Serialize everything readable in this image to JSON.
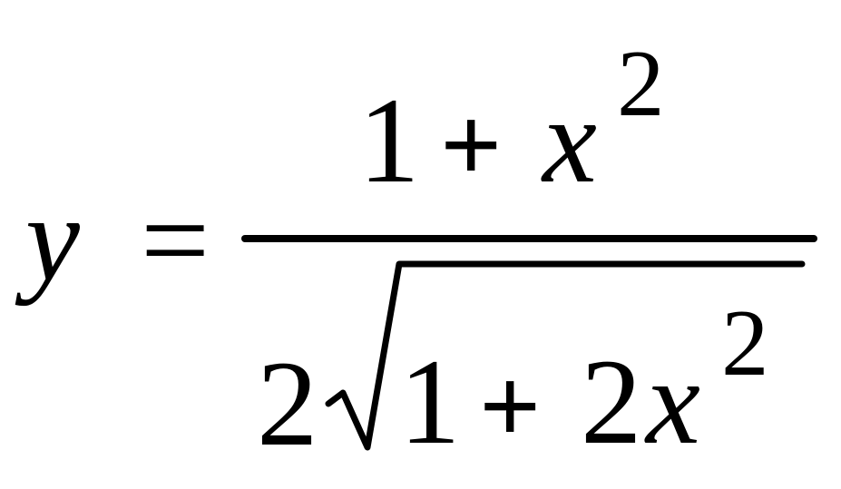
{
  "formula": {
    "lhs": "y",
    "equals": "=",
    "numerator": {
      "one": "1",
      "plus": "+",
      "var": "x",
      "exponent": "2"
    },
    "denominator": {
      "coefficient": "2",
      "radicand": {
        "one": "1",
        "plus": "+",
        "coef": "2",
        "var": "x",
        "exponent": "2"
      }
    },
    "color": "#000000"
  }
}
